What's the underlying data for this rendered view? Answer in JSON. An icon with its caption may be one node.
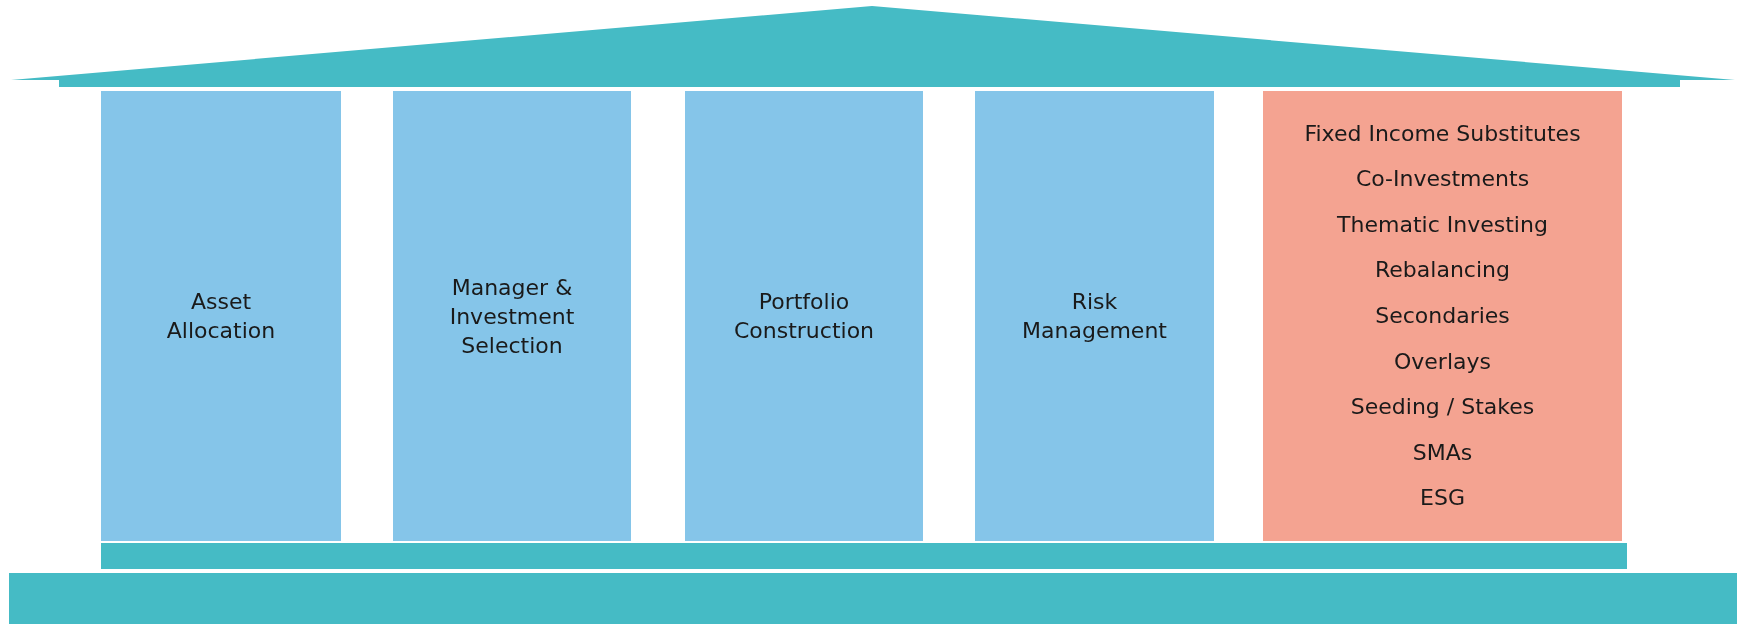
{
  "diagram": {
    "nodes": [
      {
        "text": [
          "Asset Allocation"
        ]
      },
      {
        "text": [
          "Manager & Investment Selection"
        ]
      },
      {
        "text": [
          "Portfolio Construction"
        ]
      },
      {
        "text": [
          "Risk Management"
        ]
      },
      {
        "text": [
          "Fixed Income Substitutes",
          "Co-Investments",
          "Thematic Investing",
          "Rebalancing",
          "Secondaries",
          "Overlays",
          "Seeding / Stakes",
          "SMAs",
          "ESG"
        ]
      }
    ]
  }
}
